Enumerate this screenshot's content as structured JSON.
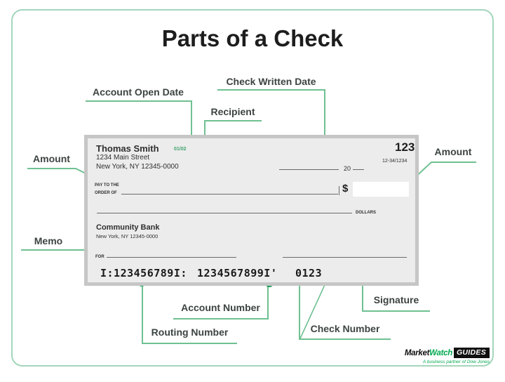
{
  "title": "Parts of a Check",
  "colors": {
    "accent_dot": "#1b9e58",
    "accent_line": "#6fc091",
    "border_green": "#a3d6bb",
    "label_text": "#3c4440",
    "title_text": "#1d1d1d",
    "check_bg": "#ececec",
    "check_frame": "#c6c6c6",
    "check_line": "#6a6a6a",
    "date_green": "#3fa26d",
    "logo_green": "#00a94f",
    "logo_black": "#101010"
  },
  "labels": {
    "account_open_date": "Account Open Date",
    "check_written_date": "Check Written Date",
    "recipient": "Recipient",
    "amount_left": "Amount",
    "amount_right": "Amount",
    "memo": "Memo",
    "routing_number": "Routing Number",
    "account_number": "Account Number",
    "check_number": "Check Number",
    "signature": "Signature"
  },
  "check": {
    "payer_name": "Thomas Smith",
    "payer_address1": "1234 Main Street",
    "payer_address2": "New York, NY 12345-0000",
    "open_date": "01/02",
    "check_number": "123",
    "fraction": "12-34/1234",
    "date_year_prefix": "20",
    "pay_to_line1": "PAY TO THE",
    "pay_to_line2": "ORDER OF",
    "dollar_sign": "$",
    "dollars_label": "DOLLARS",
    "bank_name": "Community Bank",
    "bank_address": "New York, NY 12345-0000",
    "for_label": "FOR",
    "micr": {
      "routing": "I:123456789I:",
      "account": "1234567899I'",
      "check": "0123"
    }
  },
  "logo": {
    "market": "Market",
    "watch": "Watch",
    "guides": "GUIDES",
    "tagline": "A business partner of Dow Jones"
  }
}
